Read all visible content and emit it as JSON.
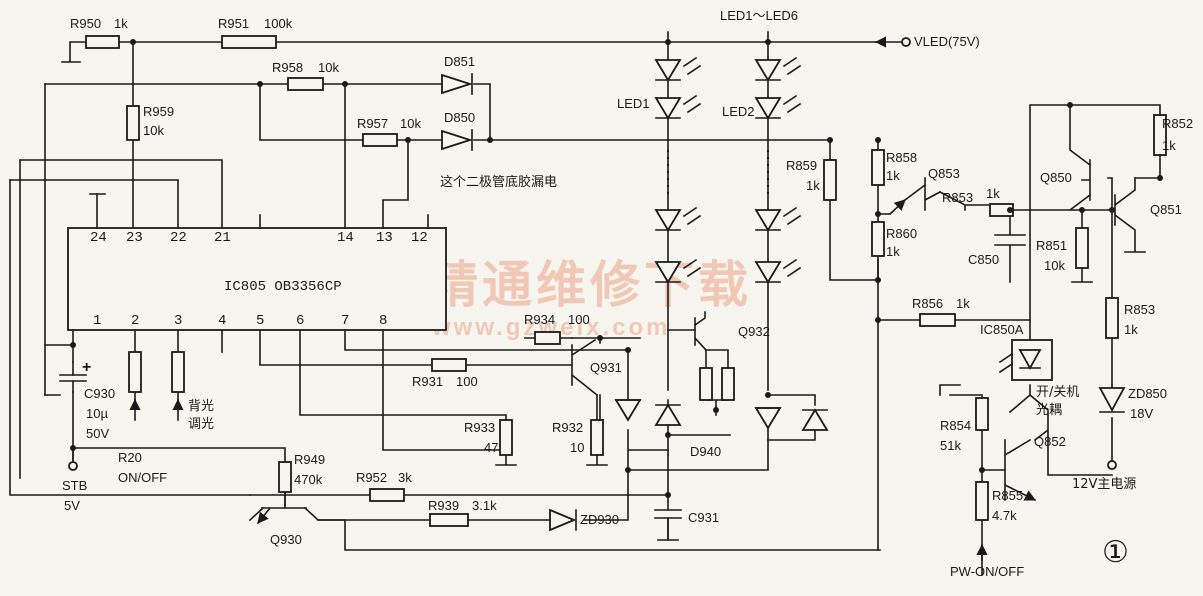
{
  "ic": {
    "name": "IC805  OB3356CP",
    "top_pins": [
      "24",
      "23",
      "22",
      "21",
      "14",
      "13",
      "12"
    ],
    "bottom_pins": [
      "1",
      "2",
      "3",
      "4",
      "5",
      "6",
      "7",
      "8"
    ]
  },
  "labels": {
    "R950": "R950",
    "R950v": "1k",
    "R951": "R951",
    "R951v": "100k",
    "R958": "R958",
    "R958v": "10k",
    "R959": "R959",
    "R959v": "10k",
    "R957": "R957",
    "R957v": "10k",
    "D851": "D851",
    "D850": "D850",
    "note": "这个二极管底胶漏电",
    "led_range": "LED1～LED6",
    "vled": "VLED(75V)",
    "LED1": "LED1",
    "LED2": "LED2",
    "R859": "R859",
    "R859v": "1k",
    "R858": "R858",
    "R858v": "1k",
    "Q853": "Q853",
    "R853a": "R853",
    "R853av": "1k",
    "R860": "R860",
    "R860v": "1k",
    "C850": "C850",
    "R851": "R851",
    "R851v": "10k",
    "Q850": "Q850",
    "Q851": "Q851",
    "R852": "R852",
    "R852v": "1k",
    "R856": "R856",
    "R856v": "1k",
    "IC850A": "IC850A",
    "R853b": "R853",
    "R853bv": "1k",
    "ZD850": "ZD850",
    "ZD850v": "18V",
    "oc1": "开/关机",
    "oc2": "光耦",
    "R854": "R854",
    "R854v": "51k",
    "Q852": "Q852",
    "R855": "R855",
    "R855v": "4.7k",
    "pw": "PW-ON/OFF",
    "main12": "12V主电源",
    "R934": "R934",
    "R934v": "100",
    "Q932": "Q932",
    "R931": "R931",
    "R931v": "100",
    "Q931": "Q931",
    "R933": "R933",
    "R933v": "47",
    "R932": "R932",
    "R932v": "10",
    "D940": "D940",
    "C930": "C930",
    "C930v": "10µ",
    "C930v2": "50V",
    "bl1": "背光",
    "bl2": "调光",
    "R20": "R20",
    "onoff": "ON/OFF",
    "stb": "STB",
    "stbv": "5V",
    "R949": "R949",
    "R949v": "470k",
    "R952": "R952",
    "R952v": "3k",
    "R939": "R939",
    "R939v": "3.1k",
    "ZD930": "ZD930",
    "C931": "C931",
    "Q930": "Q930",
    "plus": "+",
    "fig": "①"
  },
  "watermark": {
    "cn": "精通维修下载",
    "url": "www.gzweix.com"
  }
}
